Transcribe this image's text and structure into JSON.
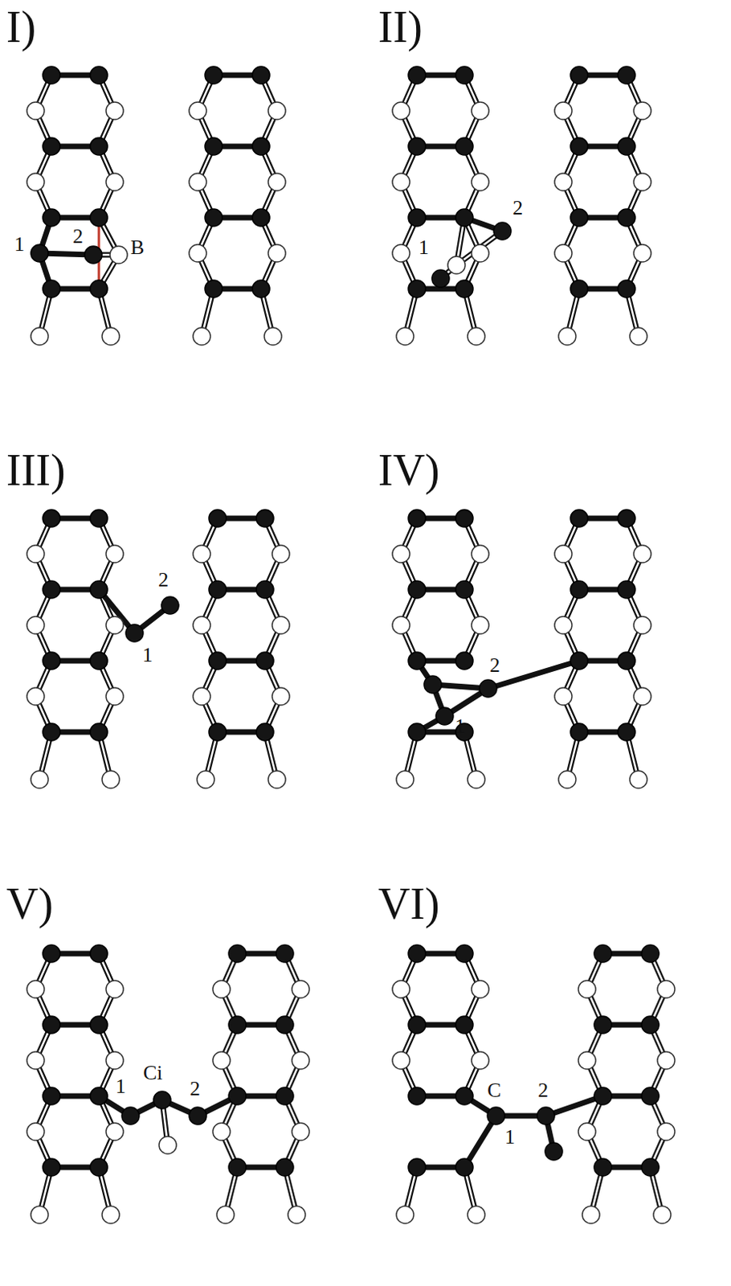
{
  "diagram": {
    "labels": [
      "I)",
      "1",
      "2",
      "B",
      "II)",
      "1",
      "2",
      "III)",
      "1",
      "2",
      "IV)",
      "1",
      "2",
      "V)",
      "1",
      "Ci",
      "2",
      "VI)",
      "C",
      "1",
      "2"
    ]
  }
}
